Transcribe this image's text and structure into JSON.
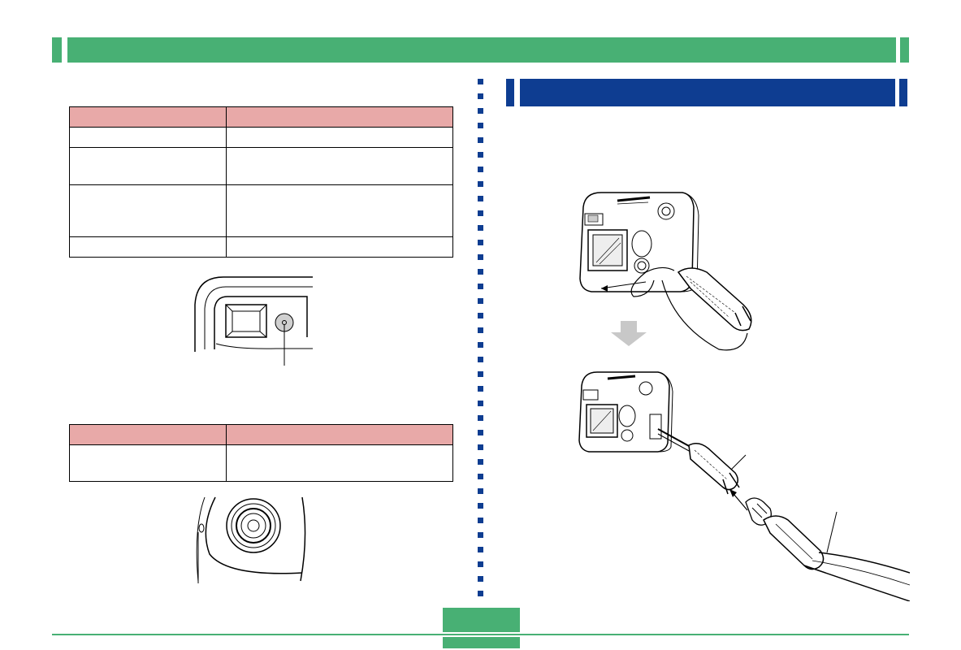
{
  "colors": {
    "header_green": "#48b074",
    "section_blue": "#0e3d91",
    "table_header_pink": "#e8a9a8",
    "line_art": "#000000"
  },
  "illustrations": [
    "viewfinder-led-closeup",
    "lens-self-timer-lamp-closeup",
    "camera-wrist-strap-attach",
    "camera-strap-connected"
  ]
}
